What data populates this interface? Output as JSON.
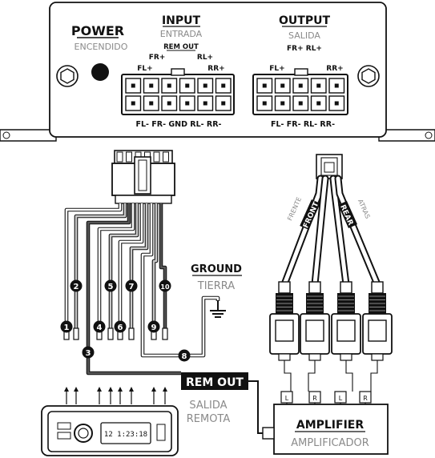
{
  "unit_panel": {
    "power_label": "POWER",
    "power_sub": "ENCENDIDO",
    "input_label": "INPUT",
    "input_sub": "ENTRADA",
    "rem_out_label": "REM OUT",
    "output_label": "OUTPUT",
    "output_sub": "SALIDA",
    "input_top_pins": [
      "FR+",
      "RL+",
      "FL+",
      "RR+"
    ],
    "input_bottom_pins": "FL- FR- GND RL- RR-",
    "output_top_pins": [
      "FR+ RL+",
      "FL+",
      "RR+"
    ],
    "output_bottom_pins": "FL- FR- RL- RR-"
  },
  "wire_numbers": [
    "1",
    "2",
    "3",
    "4",
    "5",
    "6",
    "7",
    "8",
    "9",
    "10"
  ],
  "ground": {
    "label": "GROUND",
    "sub": "TIERRA"
  },
  "rem_out": {
    "label": "REM OUT",
    "sub1": "SALIDA",
    "sub2": "REMOTA"
  },
  "rca": {
    "front_label": "FRONT",
    "front_sub": "FRENTE",
    "rear_label": "REAR",
    "rear_sub": "ATRAS",
    "channel_tags": [
      "L",
      "R",
      "L",
      "R"
    ]
  },
  "amplifier": {
    "label": "AMPLIFIER",
    "sub": "AMPLIFICADOR"
  },
  "head_unit": {
    "display": "12 1:23:18"
  },
  "colors": {
    "ink": "#111111",
    "gray": "#8a8a8a",
    "panel": "#f4f4f4"
  }
}
